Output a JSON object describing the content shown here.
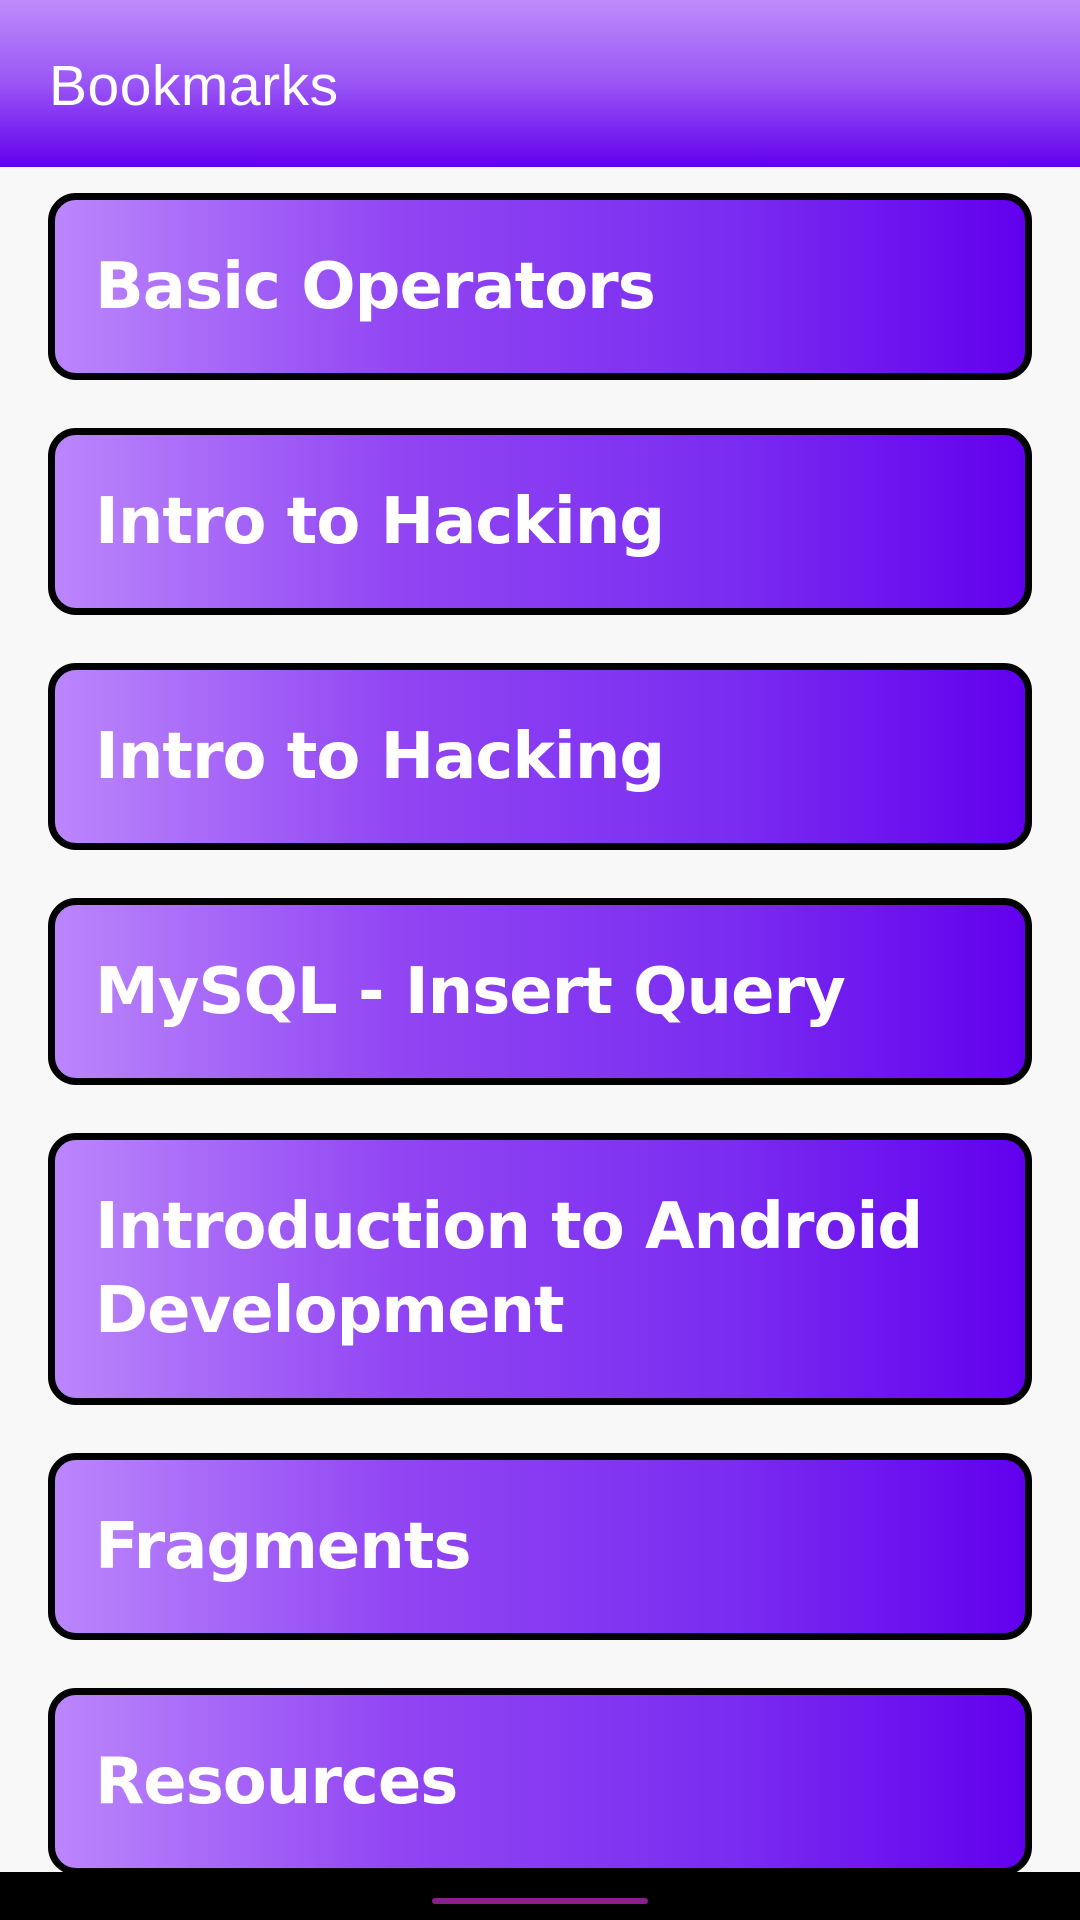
{
  "app_bar": {
    "title": "Bookmarks",
    "gradient_top": "#bd8cfb",
    "gradient_bottom": "#6200ee"
  },
  "bookmarks": [
    {
      "label": "Basic Operators"
    },
    {
      "label": "Intro to Hacking"
    },
    {
      "label": "Intro to Hacking"
    },
    {
      "label": "MySQL - Insert Query"
    },
    {
      "label": "Introduction to Android Development"
    },
    {
      "label": "Fragments"
    },
    {
      "label": "Resources"
    }
  ],
  "colors": {
    "card_gradient_start": "#bb86fc",
    "card_gradient_end": "#6200ee",
    "card_border": "#000000",
    "background": "#f8f8f8",
    "nav_handle": "#8a1f8f"
  }
}
